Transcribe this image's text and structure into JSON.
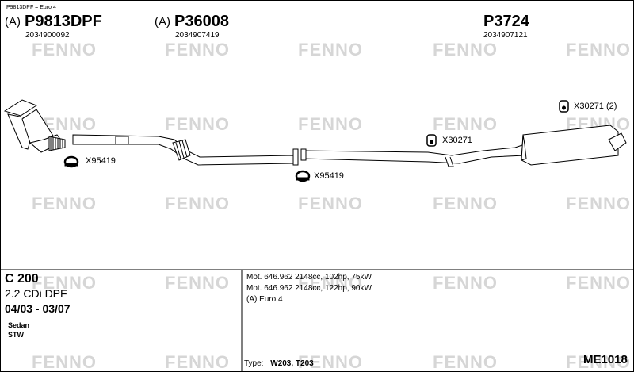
{
  "note": "P9813DPF = Euro 4",
  "watermark": "FENNO",
  "parts": [
    {
      "prefix": "(A)",
      "number": "P9813DPF",
      "oem": "2034900092"
    },
    {
      "prefix": "(A)",
      "number": "P36008",
      "oem": "2034907419"
    },
    {
      "prefix": "",
      "number": "P3724",
      "oem": "2034907121"
    }
  ],
  "accessories": {
    "clamp_1": "X95419",
    "clamp_2": "X95419",
    "hanger_1": "X30271",
    "hanger_2": "X30271 (2)"
  },
  "vehicle": {
    "model": "C 200",
    "engine": "2.2 CDi DPF",
    "years": "04/03 - 03/07",
    "body_types": [
      "Sedan",
      "STW"
    ]
  },
  "specs": [
    "Mot. 646.962 2148cc, 102hp, 75kW",
    "Mot. 646.962 2148cc, 122hp, 90kW",
    "(A) Euro 4"
  ],
  "type": {
    "label": "Type:",
    "value": "W203, T203"
  },
  "diagram_code": "ME1018"
}
